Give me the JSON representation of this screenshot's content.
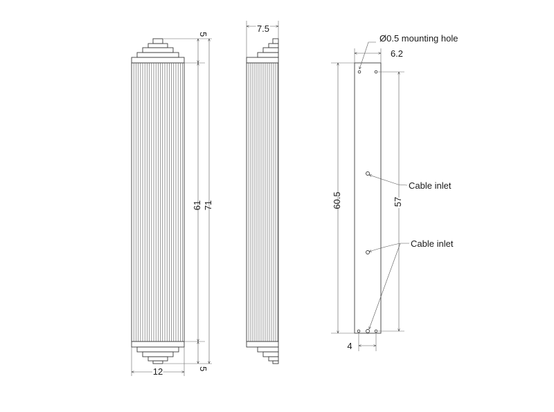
{
  "front_view": {
    "dim_top_cap": "5",
    "dim_body": "61",
    "dim_total": "71",
    "dim_bottom_cap": "5",
    "dim_width": "12"
  },
  "side_view": {
    "dim_depth": "7.5"
  },
  "back_view": {
    "hole_label": "Ø0.5 mounting hole",
    "dim_hole_spacing": "6.2",
    "dim_plate_length": "60.5",
    "dim_hole_distance": "57",
    "cable_inlet_1": "Cable inlet",
    "cable_inlet_2": "Cable inlet",
    "dim_bottom_spacing": "4"
  },
  "colors": {
    "line": "#3a3a3a",
    "text": "#1a1a1a",
    "background": "#ffffff"
  }
}
